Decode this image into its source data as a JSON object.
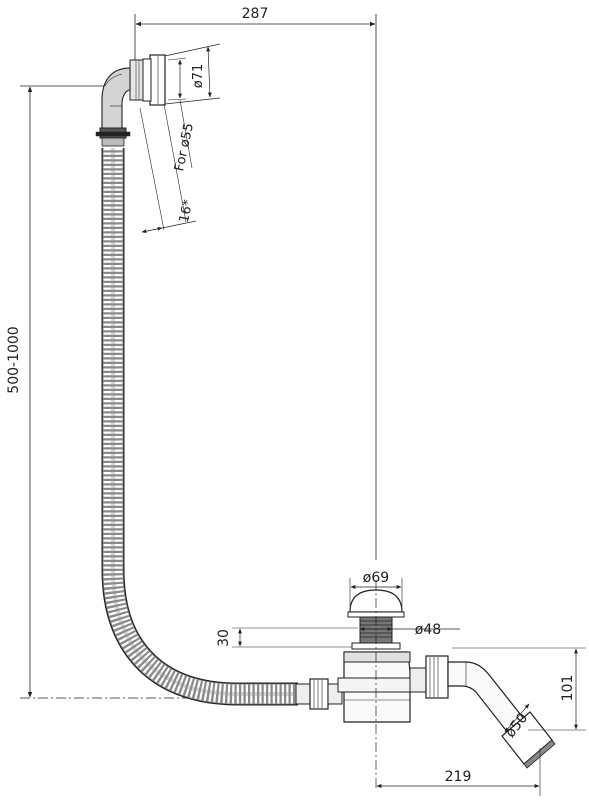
{
  "dimensions": {
    "width_top": "287",
    "height_hose": "500-1000",
    "overflow_outer_dia": "ø71",
    "overflow_fits": "For ø55",
    "overflow_depth": "16*",
    "plug_dia": "ø69",
    "waste_inner_dia": "ø48",
    "plug_height": "30",
    "trap_height": "101",
    "trap_width": "219",
    "outlet_dia": "ø50"
  }
}
